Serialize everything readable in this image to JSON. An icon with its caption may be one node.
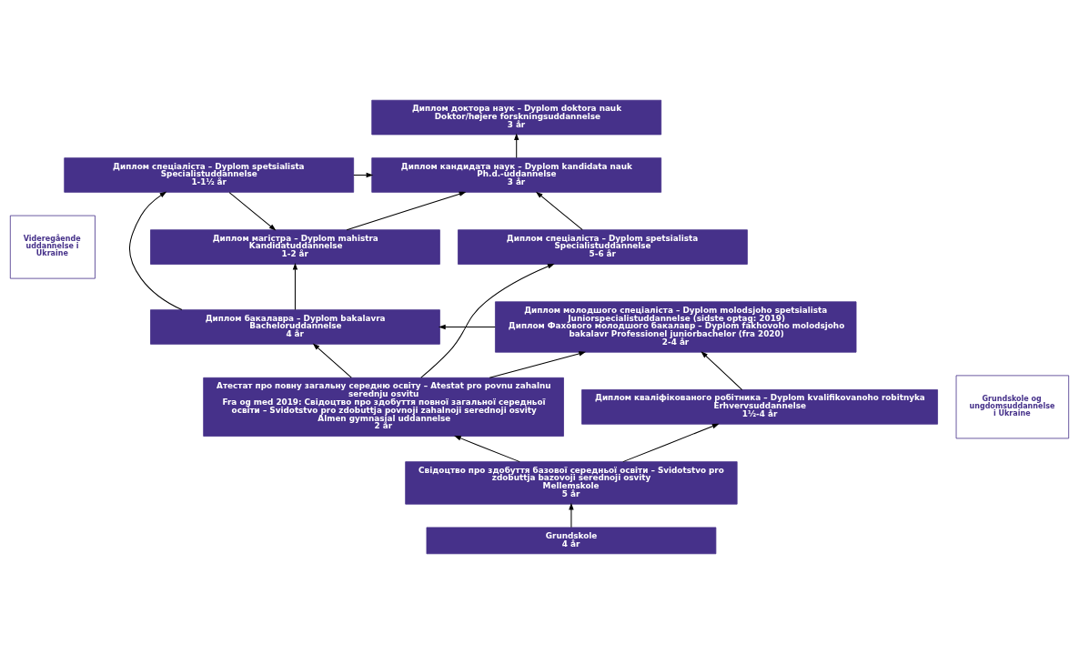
{
  "diagram": {
    "nodes": [
      {
        "text": [
          "Videregående uddannelse i Ukraine"
        ]
      },
      {
        "text": [
          "Диплом доктора наук – Dyplom doktora nauk",
          "Doktor/højere forskningsuddannelse",
          "3 år"
        ]
      },
      {
        "text": [
          "Диплом кандидата наук – Dyplom kandidata nauk",
          "Ph.d.-uddannelse",
          "3 år"
        ]
      },
      {
        "text": [
          "Диплом спеціаліста – Dyplom spetsialista",
          "Specialistuddannelse",
          "1-1½ år"
        ]
      },
      {
        "text": [
          "Диплом магістра – Dyplom mahistra",
          "Kandidatuddannelse",
          "1-2 år"
        ]
      },
      {
        "text": [
          "Диплом спеціаліста – Dyplom spetsialista",
          "Specialistuddannelse",
          "5-6 år"
        ]
      },
      {
        "text": [
          "Диплом бакалавра – Dyplom bakalavra",
          "Bacheloruddannelse",
          "4 år"
        ]
      },
      {
        "text": [
          "Диплом молодшого спеціаліста – Dyplom molodsjoho spetsialista",
          "Juniorspecialistuddannelse (sidste optag: 2019)",
          "Диплом Фахового молодшого бакалавр – Dyplom fakhovoho molodsjoho bakalavr Professionel juniorbachelor (fra 2020)",
          "2-4 år"
        ]
      },
      {
        "text": [
          "Grundskole og ungdomsuddannelse i Ukraine"
        ]
      },
      {
        "text": [
          "Атестат про повну загальну середню освіту – Atestat pro povnu zahalnu serednju osvitu",
          "Fra og med 2019: Свідоцтво про здобуття повної загальної середньої освіти – Svidotstvo pro zdobuttja povnoji zahalnoji serednoji osvity",
          "Almen gymnasial uddannelse",
          "2 år"
        ]
      },
      {
        "text": [
          "Диплом кваліфікованого робітника – Dyplom kvalifikovanoho robitnyka",
          "Erhvervsuddannelse",
          "1½-4 år"
        ]
      },
      {
        "text": [
          "Свідоцтво про здобуття базової середньої освіти – Svidotstvo pro zdobuttja bazovoji serednoji osvity",
          "Mellemskole",
          "5 år"
        ]
      },
      {
        "text": [
          "Grundskole",
          "4 år"
        ]
      }
    ],
    "edges": [
      {
        "from": 2,
        "to": 1,
        "arrow": "to"
      },
      {
        "from": 4,
        "to": 2,
        "arrow": "to"
      },
      {
        "from": 3,
        "to": 2,
        "arrow": "to"
      },
      {
        "from": 5,
        "to": 2,
        "arrow": "to"
      },
      {
        "from": 3,
        "to": 4,
        "arrow": "to"
      },
      {
        "from": 6,
        "to": 4,
        "arrow": "to"
      },
      {
        "from": 6,
        "to": 3,
        "arrow": "to"
      },
      {
        "from": 9,
        "to": 5,
        "arrow": "to"
      },
      {
        "from": 7,
        "to": 6,
        "arrow": "to"
      },
      {
        "from": 9,
        "to": 6,
        "arrow": "to"
      },
      {
        "from": 9,
        "to": 7,
        "arrow": "to"
      },
      {
        "from": 10,
        "to": 7,
        "arrow": "to"
      },
      {
        "from": 11,
        "to": 9,
        "arrow": "to"
      },
      {
        "from": 11,
        "to": 10,
        "arrow": "to"
      },
      {
        "from": 12,
        "to": 11,
        "arrow": "to"
      }
    ]
  }
}
